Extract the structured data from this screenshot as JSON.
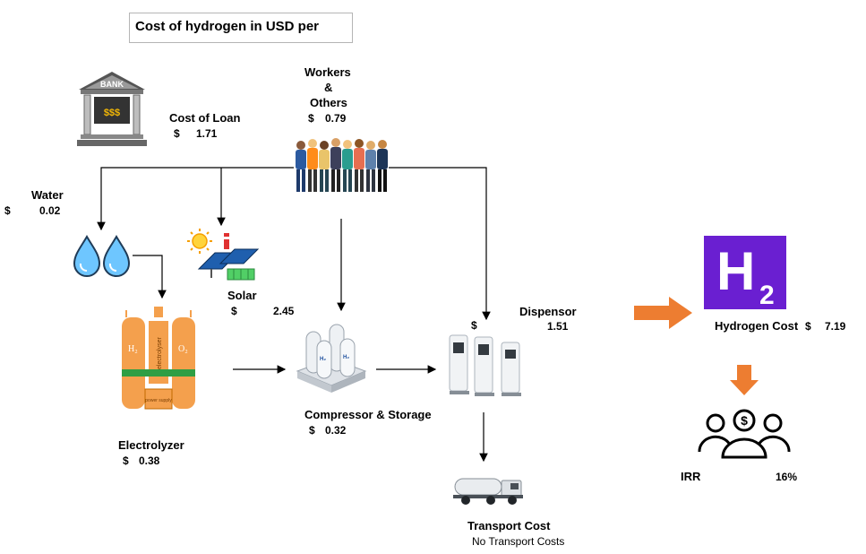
{
  "title": "Cost of hydrogen in USD per",
  "bank": {
    "sign": "BANK",
    "money": "$$$"
  },
  "cost_of_loan": {
    "label": "Cost of Loan",
    "currency": "$",
    "value": "1.71"
  },
  "workers": {
    "line1": "Workers",
    "line2": "&",
    "line3": "Others",
    "currency": "$",
    "value": "0.79"
  },
  "water": {
    "label": "Water",
    "currency": "$",
    "value": "0.02"
  },
  "solar": {
    "label": "Solar",
    "currency": "$",
    "value": "2.45"
  },
  "electrolyzer": {
    "label": "Electrolyzer",
    "currency": "$",
    "value": "0.38",
    "h2": "H₂",
    "o2": "O₂",
    "column_text": "electrolyser",
    "supply": "power supply"
  },
  "compressor": {
    "label": "Compressor & Storage",
    "currency": "$",
    "value": "0.32",
    "tank_mark": "H₂"
  },
  "dispensor": {
    "label": "Dispensor",
    "currency": "$",
    "value": "1.51"
  },
  "hydrogen_cost": {
    "label": "Hydrogen Cost",
    "currency": "$",
    "value": "7.19",
    "logo": "H",
    "logo_sub": "2"
  },
  "transport": {
    "label": "Transport Cost",
    "note": "No Transport Costs"
  },
  "irr": {
    "label": "IRR",
    "value": "16%",
    "coin": "$"
  },
  "colors": {
    "orange_arrow": "#ed7d31",
    "electrolyzer": "#f4a04d",
    "h2_logo_bg": "#6a1fd1",
    "water": "#2a8fc9",
    "solar": "#1f5fae"
  }
}
